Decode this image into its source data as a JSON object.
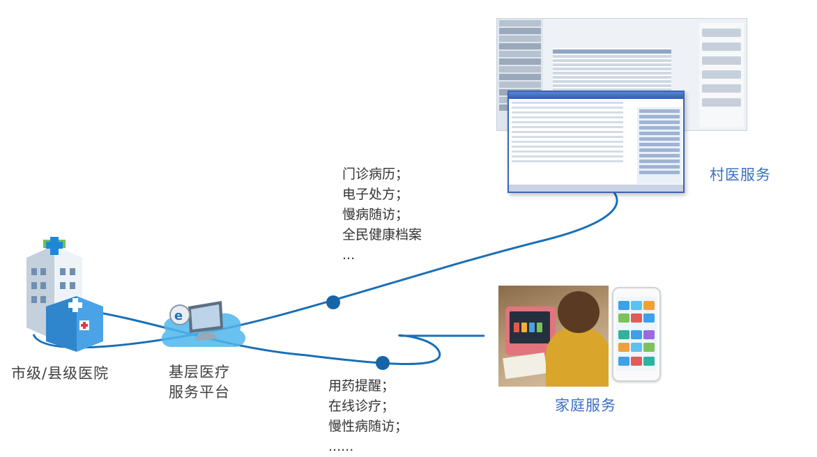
{
  "nodes": {
    "hospital": "市级/县级医院",
    "platform_line1": "基层医疗",
    "platform_line2": "服务平台",
    "village": "村医服务",
    "family": "家庭服务"
  },
  "village_services": [
    "门诊病历；",
    "电子处方；",
    "慢病随访；",
    "全民健康档案",
    "..."
  ],
  "family_services": [
    "用药提醒；",
    "在线诊疗；",
    "慢性病随访；",
    "......"
  ],
  "colors": {
    "line": "#1a6fb5",
    "dot": "#1565a8",
    "label_blue": "#3a6fc4",
    "label_dark": "#404040"
  }
}
